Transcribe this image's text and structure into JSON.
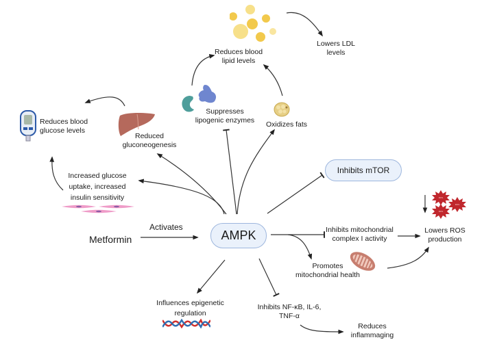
{
  "diagram": {
    "center": "AMPK",
    "drug": "Metformin",
    "activation_label": "Activates",
    "nodes": {
      "mtor": "Inhibits mTOR",
      "blood_glucose": [
        "Reduces blood",
        "glucose levels"
      ],
      "gluconeogenesis": [
        "Reduced",
        "gluconeogenesis"
      ],
      "glucose_uptake": [
        "Increased glucose",
        "uptake, increased",
        "insulin sensitivity"
      ],
      "lipogenic": [
        "Suppresses",
        "lipogenic enzymes"
      ],
      "blood_lipid": [
        "Reduces blood",
        "lipid levels"
      ],
      "ldl": [
        "Lowers LDL",
        "levels"
      ],
      "oxidizes_fats": "Oxidizes fats",
      "mito_complex": [
        "Inhibits mitochondrial",
        "complex I activity"
      ],
      "mito_health": [
        "Promotes",
        "mitochondrial health"
      ],
      "ros": [
        "Lowers ROS",
        "production"
      ],
      "ros_badge": "ROS",
      "nfkb": [
        "Inhibits NF-κB, IL-6,",
        "TNF-α"
      ],
      "inflammaging": [
        "Reduces",
        "inflammaging"
      ],
      "epigenetic": [
        "Influences epigenetic",
        "regulation"
      ]
    },
    "icons": [
      "glucometer-icon",
      "liver-icon",
      "enzyme-icon",
      "lipid-droplets-icon",
      "fat-cell-icon",
      "muscle-cells-icon",
      "mitochondrion-icon",
      "ros-icon",
      "dna-icon"
    ],
    "colors": {
      "pill_fill": "#eaf1fb",
      "pill_border": "#9db6dd",
      "liver": "#b5695c",
      "enzyme_teal": "#4e9e9b",
      "enzyme_blue": "#6f86cf",
      "lipid": "#f2c94c",
      "ros": "#c0272d",
      "mito": "#c77e6f",
      "cell_pink": "#ef9cc8",
      "dna_red": "#d0312d",
      "dna_blue": "#2f6fb3"
    }
  }
}
